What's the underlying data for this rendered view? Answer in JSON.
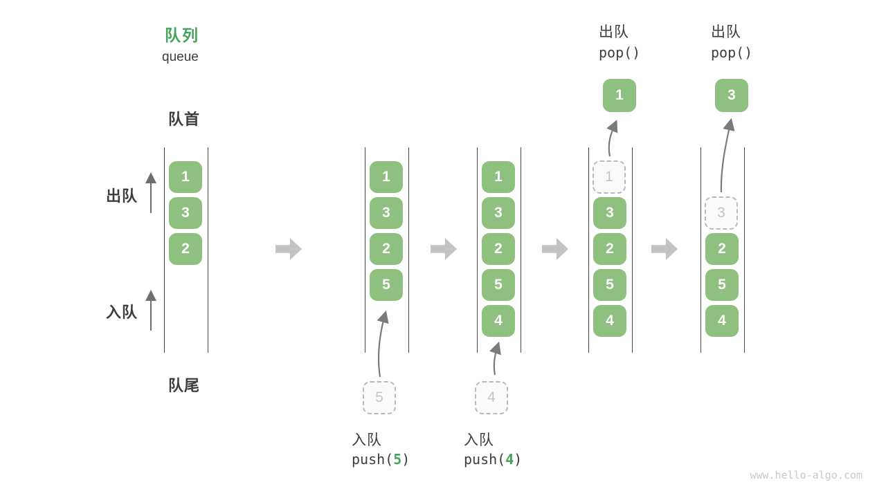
{
  "title": {
    "zh": "队列",
    "en": "queue"
  },
  "side_labels": {
    "front": "队首",
    "rear": "队尾",
    "dequeue": "出队",
    "enqueue": "入队"
  },
  "watermark": "www.hello-algo.com",
  "colors": {
    "accent_green": "#43a55a",
    "box_green": "#8ec07f",
    "dashed_gray": "#b9b9b9",
    "arrow_gray": "#c2c2c2",
    "text_dark": "#3d3d3d"
  },
  "stages": [
    {
      "cells": [
        {
          "row": 0,
          "value": "1",
          "state": "solid"
        },
        {
          "row": 1,
          "value": "3",
          "state": "solid"
        },
        {
          "row": 2,
          "value": "2",
          "state": "solid"
        }
      ]
    },
    {
      "cells": [
        {
          "row": 0,
          "value": "1",
          "state": "solid"
        },
        {
          "row": 1,
          "value": "3",
          "state": "solid"
        },
        {
          "row": 2,
          "value": "2",
          "state": "solid"
        },
        {
          "row": 3,
          "value": "5",
          "state": "solid"
        }
      ],
      "incoming": {
        "value": "5"
      },
      "op": {
        "label": "入队",
        "code_prefix": "push(",
        "arg": "5",
        "code_suffix": ")"
      }
    },
    {
      "cells": [
        {
          "row": 0,
          "value": "1",
          "state": "solid"
        },
        {
          "row": 1,
          "value": "3",
          "state": "solid"
        },
        {
          "row": 2,
          "value": "2",
          "state": "solid"
        },
        {
          "row": 3,
          "value": "5",
          "state": "solid"
        },
        {
          "row": 4,
          "value": "4",
          "state": "solid"
        }
      ],
      "incoming": {
        "value": "4"
      },
      "op": {
        "label": "入队",
        "code_prefix": "push(",
        "arg": "4",
        "code_suffix": ")"
      }
    },
    {
      "cells": [
        {
          "row": 0,
          "value": "1",
          "state": "dashed"
        },
        {
          "row": 1,
          "value": "3",
          "state": "solid"
        },
        {
          "row": 2,
          "value": "2",
          "state": "solid"
        },
        {
          "row": 3,
          "value": "5",
          "state": "solid"
        },
        {
          "row": 4,
          "value": "4",
          "state": "solid"
        }
      ],
      "popped": {
        "value": "1"
      },
      "op": {
        "label": "出队",
        "code": "pop()"
      }
    },
    {
      "cells": [
        {
          "row": 1,
          "value": "3",
          "state": "dashed"
        },
        {
          "row": 2,
          "value": "2",
          "state": "solid"
        },
        {
          "row": 3,
          "value": "5",
          "state": "solid"
        },
        {
          "row": 4,
          "value": "4",
          "state": "solid"
        }
      ],
      "popped": {
        "value": "3"
      },
      "op": {
        "label": "出队",
        "code": "pop()"
      }
    }
  ]
}
